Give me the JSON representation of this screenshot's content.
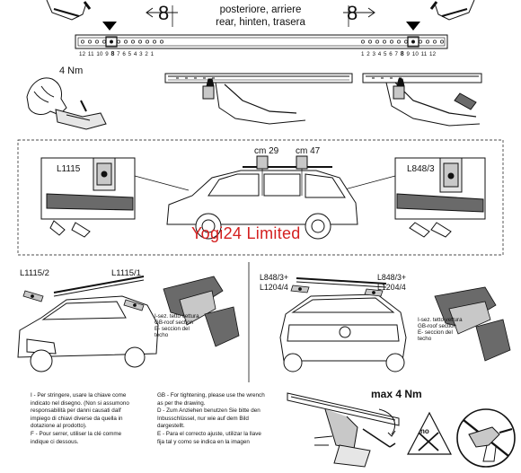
{
  "colors": {
    "ink": "#111111",
    "paper": "#ffffff",
    "watermark": "#d42020",
    "panel_gray": "#6a6a6a",
    "light_gray": "#c8c8c8",
    "pale_gray": "#e6e6e6",
    "marker": "#000000"
  },
  "icons": {
    "left_arrow": "arrow-left-icon",
    "right_arrow": "arrow-right-icon",
    "position_marker": "triangle-down-icon",
    "rail": "roof-rail-icon",
    "hand": "hand-icon",
    "suv": "suv-car-icon",
    "hatchback": "hatchback-car-icon",
    "clamp": "clamp-icon",
    "bracket": "bracket-icon",
    "roof_section": "roof-section-icon",
    "crossbar": "crossbar-icon",
    "wrench": "wrench-icon",
    "torque_arrow": "torque-arrow-icon",
    "warning": "warning-triangle-icon",
    "drill": "power-drill-icon"
  },
  "steps": {
    "top": {
      "eight_left": "8",
      "eight_right": "8",
      "caption": [
        "posteriore, arriere",
        "rear, hinten, trasera"
      ],
      "holes_left": [
        "12",
        "11",
        "10",
        "9",
        "8",
        "7",
        "6",
        "5",
        "4",
        "3",
        "2",
        "1"
      ],
      "holes_right": [
        "1",
        "2",
        "3",
        "4",
        "5",
        "6",
        "7",
        "8",
        "9",
        "10",
        "11",
        "12"
      ]
    },
    "step2": {
      "torque": "4 Nm"
    }
  },
  "car_section": {
    "measure_front": "cm 29",
    "measure_rear": "cm 47",
    "part_left": "L1115",
    "part_right": "L848/3",
    "watermark": "Yogi24 Limited"
  },
  "lower_left": {
    "part_a": "L1115/2",
    "part_b": "L1115/1",
    "caption": [
      "I-sez. tetto vettura",
      "GB-roof section",
      "E- seccion del",
      "techo"
    ]
  },
  "lower_right": {
    "part_left": [
      "L848/3+",
      "L1204/4"
    ],
    "part_right": [
      "L848/3+",
      "L1204/4"
    ],
    "caption": [
      "I-sez. tetto vettura",
      "GB-roof section",
      "E- seccion del",
      "techo"
    ]
  },
  "instructions": {
    "col1": [
      "I - Per stringere, usare la chiave come",
      "indicato nel disegno. (Non si assumono",
      "responsabilità per danni causati dall'",
      "impiego di chiavi diverse da quella in",
      "dotazione al prodotto).",
      "F - Pour serrer, utiliser la clé comme",
      "indique ci dessous."
    ],
    "col2": [
      "GB - For tightening, please use the wrench",
      "as per the drawing.",
      "D - Zum Anziehen benutzen Sie bitte den",
      "Inbusschlüssel, nur wie auf dem Bild",
      "dargestellt.",
      "E - Para el correcto ajuste, utilizar la llave",
      "fija tal y como se indica en la imagen"
    ]
  },
  "torque_diagram": {
    "max_label": "max 4 Nm",
    "no_label": "no"
  }
}
